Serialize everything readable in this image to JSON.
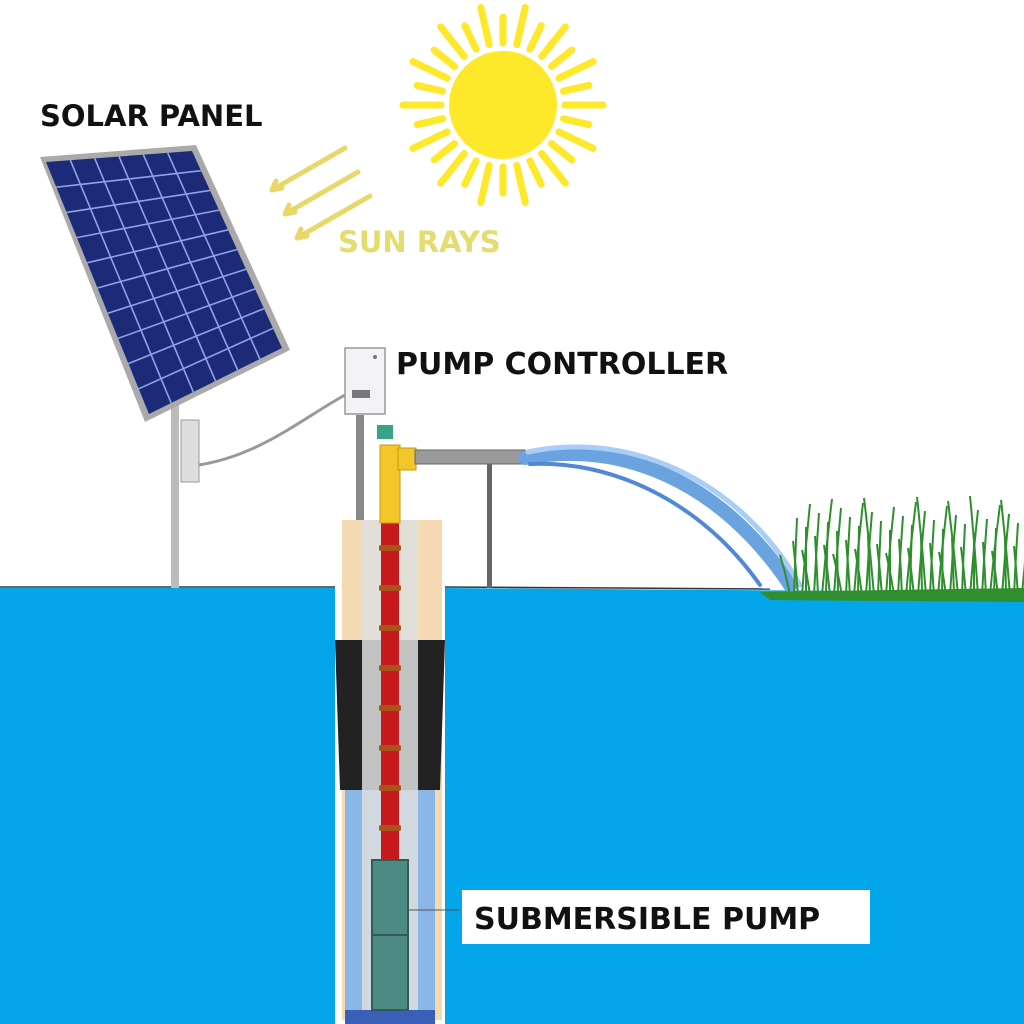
{
  "labels": {
    "solar_panel": "SOLAR PANEL",
    "sun_rays": "SUN RAYS",
    "pump_controller": "PUMP CONTROLLER",
    "submersible_pump": "SUBMERSIBLE PUMP"
  },
  "colors": {
    "water": "#03a6ea",
    "sun": "#fde82a",
    "sun_rays_text": "#e3dc6e",
    "panel": "#1c2a78",
    "pipe_red": "#c8191c",
    "pipe_yellow": "#f3c72a",
    "grass": "#2f8f2f"
  }
}
